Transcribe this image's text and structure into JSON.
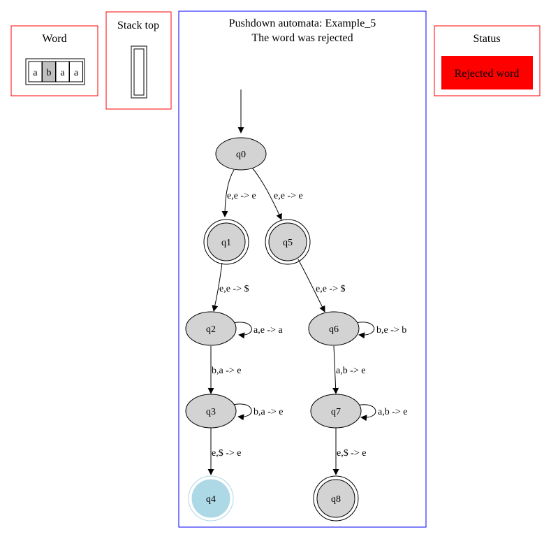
{
  "word_panel": {
    "title": "Word",
    "tape": [
      "a",
      "b",
      "a",
      "a"
    ],
    "highlight_index": 1,
    "highlight_color": "#c0c0c0"
  },
  "stack_panel": {
    "title": "Stack top"
  },
  "automaton": {
    "title": "Pushdown automata: Example_5",
    "subtitle": "The word was rejected",
    "border_color": "#0000ff",
    "states": [
      {
        "id": "q0",
        "label": "q0",
        "accepting": false,
        "fill": "#d3d3d3"
      },
      {
        "id": "q1",
        "label": "q1",
        "accepting": true,
        "fill": "#d3d3d3"
      },
      {
        "id": "q5",
        "label": "q5",
        "accepting": true,
        "fill": "#d3d3d3"
      },
      {
        "id": "q2",
        "label": "q2",
        "accepting": false,
        "fill": "#d3d3d3"
      },
      {
        "id": "q6",
        "label": "q6",
        "accepting": false,
        "fill": "#d3d3d3"
      },
      {
        "id": "q3",
        "label": "q3",
        "accepting": false,
        "fill": "#d3d3d3"
      },
      {
        "id": "q7",
        "label": "q7",
        "accepting": false,
        "fill": "#d3d3d3"
      },
      {
        "id": "q4",
        "label": "q4",
        "accepting": true,
        "fill": "#add8e6"
      },
      {
        "id": "q8",
        "label": "q8",
        "accepting": true,
        "fill": "#d3d3d3"
      }
    ],
    "transitions": [
      {
        "from": "q0",
        "to": "q1",
        "label": "e,e -> e"
      },
      {
        "from": "q0",
        "to": "q5",
        "label": "e,e -> e"
      },
      {
        "from": "q1",
        "to": "q2",
        "label": "e,e -> $"
      },
      {
        "from": "q5",
        "to": "q6",
        "label": "e,e -> $"
      },
      {
        "from": "q2",
        "to": "q2",
        "label": "a,e -> a"
      },
      {
        "from": "q6",
        "to": "q6",
        "label": "b,e -> b"
      },
      {
        "from": "q2",
        "to": "q3",
        "label": "b,a -> e"
      },
      {
        "from": "q6",
        "to": "q7",
        "label": "a,b -> e"
      },
      {
        "from": "q3",
        "to": "q3",
        "label": "b,a -> e"
      },
      {
        "from": "q7",
        "to": "q7",
        "label": "a,b -> e"
      },
      {
        "from": "q3",
        "to": "q4",
        "label": "e,$ -> e"
      },
      {
        "from": "q7",
        "to": "q8",
        "label": "e,$ -> e"
      }
    ]
  },
  "status_panel": {
    "title": "Status",
    "message": "Rejected word",
    "color": "#ff0000"
  },
  "panel_border_color": "#ff0000"
}
